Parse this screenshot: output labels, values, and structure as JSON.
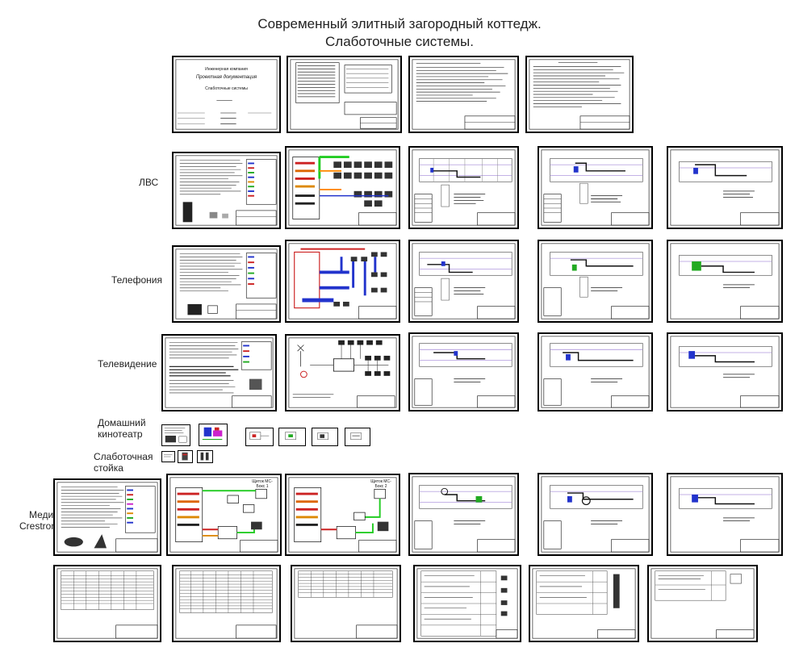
{
  "title": {
    "line1": "Современный элитный загородный коттедж.",
    "line2": "Слаботочные системы."
  },
  "row_labels": {
    "lan": "ЛВС",
    "telephony": "Телефония",
    "television": "Телевидение",
    "home_theater_1": "Домашний",
    "home_theater_2": "кинотеатр",
    "rack_1": "Слаботочная",
    "rack_2": "стойка",
    "media_1": "Медиа",
    "media_2": "Crestron"
  },
  "cover_sheet": {
    "company": "Инженерная компания",
    "doc": "Проектная документация",
    "subject": "Слаботочные системы"
  },
  "crestron_sheets": {
    "block1": "Щиток МС-Бокс 1",
    "block2": "Щиток МС-Бокс 2"
  }
}
